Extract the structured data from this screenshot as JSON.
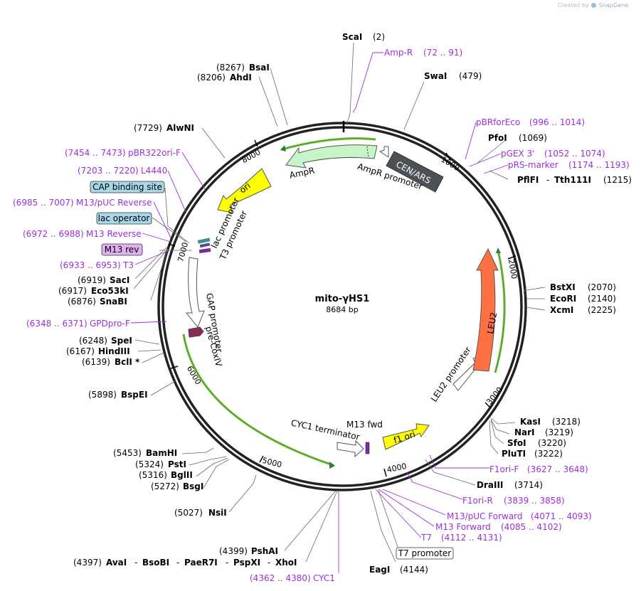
{
  "credit": "Created by",
  "brand": "SnapGene",
  "plasmid": {
    "name": "mito-γHS1",
    "size": "8684 bp",
    "length_bp": 8684
  },
  "ticks": [
    "1000",
    "2000",
    "3000",
    "4000",
    "5000",
    "6000",
    "7000",
    "8000"
  ],
  "sites": [
    {
      "pos": "(2)",
      "name": "ScaI"
    },
    {
      "pos": "(479)",
      "name": "SwaI"
    },
    {
      "pos": "(1069)",
      "name": "PfoI"
    },
    {
      "pos": "(1215)",
      "name": "PflFI",
      "extra": "Tth111I"
    },
    {
      "pos": "(2070)",
      "name": "BstXI"
    },
    {
      "pos": "(2140)",
      "name": "EcoRI"
    },
    {
      "pos": "(2225)",
      "name": "XcmI"
    },
    {
      "pos": "(3218)",
      "name": "KasI"
    },
    {
      "pos": "(3219)",
      "name": "NarI"
    },
    {
      "pos": "(3220)",
      "name": "SfoI"
    },
    {
      "pos": "(3222)",
      "name": "PluTI"
    },
    {
      "pos": "(3714)",
      "name": "DraIII"
    },
    {
      "pos": "(4144)",
      "name": "EagI"
    },
    {
      "pos": "(4399)",
      "name": "PshAI"
    },
    {
      "pos": "(5027)",
      "name": "NsiI"
    },
    {
      "pos": "(5272)",
      "name": "BsgI"
    },
    {
      "pos": "(5316)",
      "name": "BglII"
    },
    {
      "pos": "(5324)",
      "name": "PstI"
    },
    {
      "pos": "(5453)",
      "name": "BamHI"
    },
    {
      "pos": "(5898)",
      "name": "BspEI"
    },
    {
      "pos": "(6139)",
      "name": "BclI *"
    },
    {
      "pos": "(6167)",
      "name": "HindIII"
    },
    {
      "pos": "(6248)",
      "name": "SpeI"
    },
    {
      "pos": "(6876)",
      "name": "SnaBI"
    },
    {
      "pos": "(6917)",
      "name": "Eco53kI"
    },
    {
      "pos": "(6919)",
      "name": "SacI"
    },
    {
      "pos": "(7729)",
      "name": "AlwNI"
    },
    {
      "pos": "(8206)",
      "name": "AhdI"
    },
    {
      "pos": "(8267)",
      "name": "BsaI"
    }
  ],
  "multi_site": {
    "pos": "(4397)",
    "names": [
      "AvaI",
      "BsoBI",
      "PaeR7I",
      "PspXI",
      "XhoI"
    ]
  },
  "primers": [
    {
      "name": "Amp-R",
      "range": "(72 .. 91)"
    },
    {
      "name": "pBRforEco",
      "range": "(996 .. 1014)"
    },
    {
      "name": "pGEX 3'",
      "range": "(1052 .. 1074)"
    },
    {
      "name": "pRS-marker",
      "range": "(1174 .. 1193)"
    },
    {
      "name": "F1ori-F",
      "range": "(3627 .. 3648)"
    },
    {
      "name": "F1ori-R",
      "range": "(3839 .. 3858)"
    },
    {
      "name": "M13/pUC Forward",
      "range": "(4071 .. 4093)"
    },
    {
      "name": "M13 Forward",
      "range": "(4085 .. 4102)"
    },
    {
      "name": "T7",
      "range": "(4112 .. 4131)"
    },
    {
      "name": "CYC1",
      "range": "(4362 .. 4380)"
    },
    {
      "name": "GPDpro-F",
      "range": "(6348 .. 6371)"
    },
    {
      "name": "T3",
      "range": "(6933 .. 6953)"
    },
    {
      "name": "M13 Reverse",
      "range": "(6972 .. 6988)"
    },
    {
      "name": "M13/pUC Reverse",
      "range": "(6985 .. 7007)"
    },
    {
      "name": "L4440",
      "range": "(7203 .. 7220)"
    },
    {
      "name": "pBR322ori-F",
      "range": "(7454 .. 7473)"
    }
  ],
  "boxed_labels": {
    "cap": "CAP binding site",
    "lac_op": "lac operator",
    "m13rev": "M13 rev",
    "t7prom": "T7 promoter"
  },
  "features": {
    "cen_ars": "CEN/ARS",
    "ampr_promoter": "AmpR promoter",
    "ampr": "AmpR",
    "ori": "ori",
    "lac_promoter": "lac promoter",
    "t3_promoter": "T3 promoter",
    "gap_promoter": "GAP promoter",
    "pre_coxiv": "pre-CoxIV",
    "leu2": "LEU2",
    "leu2_promoter": "LEU2 promoter",
    "f1_ori": "f1 ori",
    "m13_fwd": "M13 fwd",
    "cyc1_terminator": "CYC1 terminator"
  },
  "colors": {
    "backbone": "#222222",
    "ampr": "#c8f5c8",
    "ori": "#ffff00",
    "cen_ars": "#4a5157",
    "leu2": "#ff7043",
    "f1_ori": "#ffff00",
    "cds_line": "#8fd14f",
    "primer": "#9b30d9",
    "box_blue": "#a8d8e8",
    "box_purple": "#e0b0f0"
  }
}
